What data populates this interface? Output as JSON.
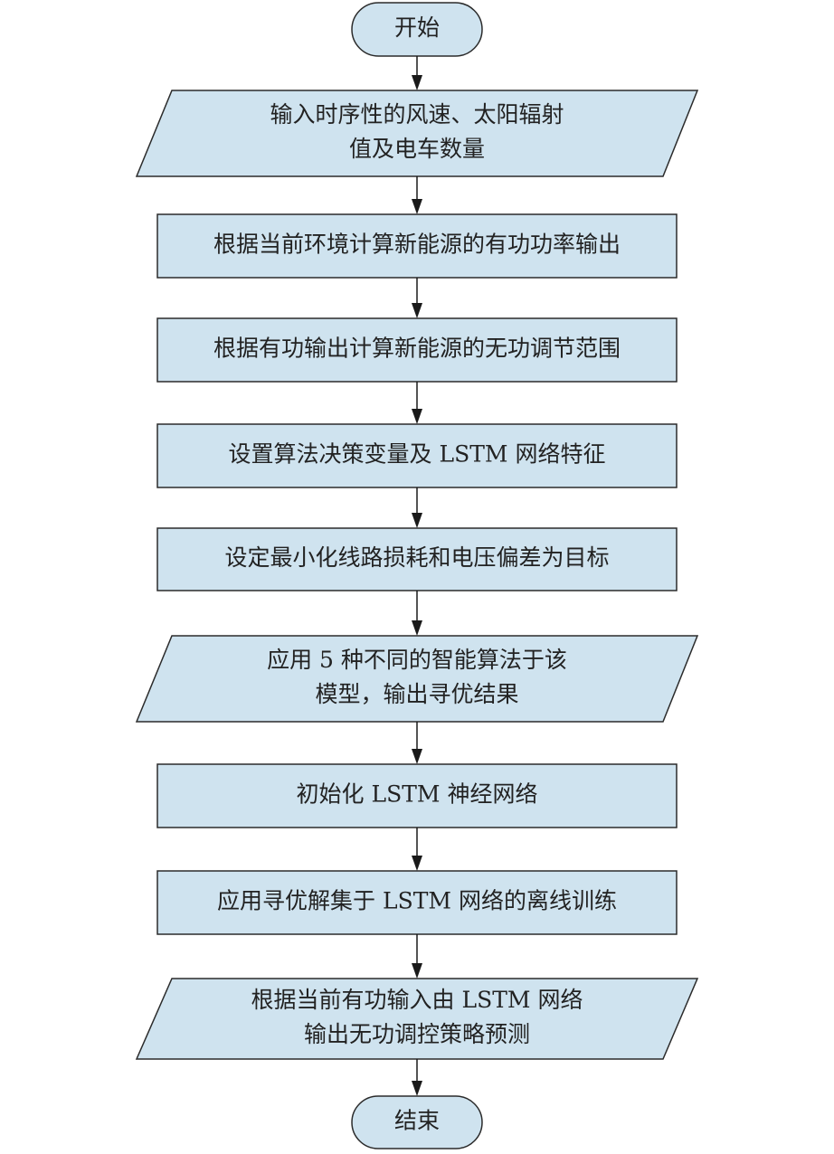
{
  "colors": {
    "fill": "#cfe3ef",
    "stroke": "#2b2b2b"
  },
  "nodes": [
    {
      "type": "terminal",
      "lines": [
        "开始"
      ]
    },
    {
      "type": "io",
      "lines": [
        "输入时序性的风速、太阳辐射",
        "值及电车数量"
      ]
    },
    {
      "type": "process",
      "lines": [
        "根据当前环境计算新能源的有功功率输出"
      ]
    },
    {
      "type": "process",
      "lines": [
        "根据有功输出计算新能源的无功调节范围"
      ]
    },
    {
      "type": "process",
      "lines": [
        "设置算法决策变量及 LSTM 网络特征"
      ]
    },
    {
      "type": "process",
      "lines": [
        "设定最小化线路损耗和电压偏差为目标"
      ]
    },
    {
      "type": "io",
      "lines": [
        "应用 5 种不同的智能算法于该",
        "模型，输出寻优结果"
      ]
    },
    {
      "type": "process",
      "lines": [
        "初始化 LSTM 神经网络"
      ]
    },
    {
      "type": "process",
      "lines": [
        "应用寻优解集于 LSTM 网络的离线训练"
      ]
    },
    {
      "type": "io",
      "lines": [
        "根据当前有功输入由 LSTM 网络",
        "输出无功调控策略预测"
      ]
    },
    {
      "type": "terminal",
      "lines": [
        "结束"
      ]
    }
  ]
}
